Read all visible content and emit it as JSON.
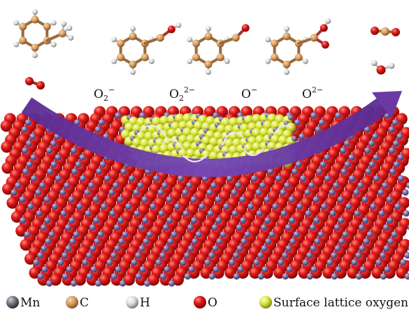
{
  "species_labels": [
    {
      "base": "O",
      "sub": "2",
      "sup": "−"
    },
    {
      "base": "O",
      "sub": "2",
      "sup": "2−"
    },
    {
      "base": "O",
      "sub": "",
      "sup": "−"
    },
    {
      "base": "O",
      "sub": "",
      "sup": "2−"
    }
  ],
  "legend": [
    {
      "label": "Mn",
      "color": "#6d6d7a"
    },
    {
      "label": "C",
      "color": "#c98a4a"
    },
    {
      "label": "H",
      "color": "#d8d8d8"
    },
    {
      "label": "O",
      "color": "#e01818"
    },
    {
      "label": "Surface lattice oxygen",
      "color": "#d7e23a"
    }
  ],
  "colors": {
    "arrow": "#6a3aa2",
    "mn": "#7d72a8",
    "oxygen": "#d81818",
    "surface_oxygen": "#d9e43a",
    "carbon": "#d69a5a",
    "hydrogen": "#dcdcdc"
  }
}
